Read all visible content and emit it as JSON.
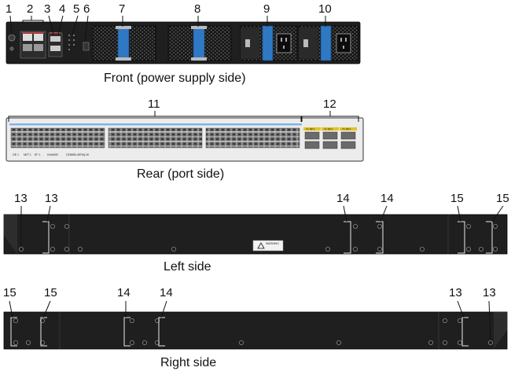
{
  "views": {
    "front": {
      "caption": "Front (power supply side)",
      "callouts": [
        "1",
        "2",
        "3",
        "4",
        "5",
        "6",
        "7",
        "8",
        "9",
        "10"
      ]
    },
    "rear": {
      "caption": "Rear (port side)",
      "callouts": [
        "11",
        "12"
      ],
      "port_labels": [
        "Tx  NF1",
        "Tx  NF1",
        "Tx  NF1"
      ],
      "bottom_labels": [
        "GE 1",
        "NET 1",
        "EF 1",
        "HUAWEI",
        "CE6855-48T6Q-HI"
      ]
    },
    "left": {
      "caption": "Left side",
      "callouts": [
        "13",
        "13",
        "14",
        "14",
        "15",
        "15"
      ],
      "label_text": "WARNING"
    },
    "right": {
      "caption": "Right side",
      "callouts": [
        "15",
        "15",
        "14",
        "14",
        "13",
        "13"
      ]
    }
  },
  "colors": {
    "chassis": "#1f1f1f",
    "chassis_light": "#2d2d2d",
    "fan_handle": "#2f78c4",
    "port_highlight": "#e6c21a",
    "rear_panel": "#ececec",
    "rear_led": "#7fb6e6"
  }
}
